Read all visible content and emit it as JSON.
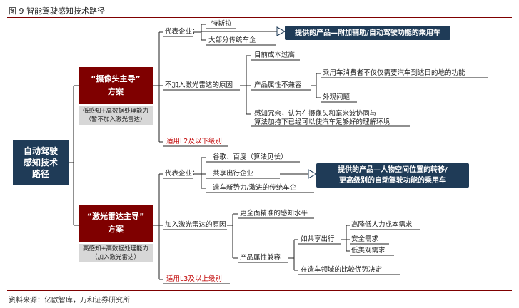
{
  "figure_title": "图 9   智能驾驶感知技术路径",
  "source": "资料来源：亿欧智库，万和证券研究所",
  "root": "自动驾驶\n感知技术\n路径",
  "camera": {
    "title": "“摄像头主导”\n方案",
    "note": "低感知+高数据处理能力\n（暂不加入激光雷达）",
    "rep_label": "代表企业：",
    "rep_items": [
      "特斯拉",
      "大部分传统车企"
    ],
    "callout": "提供的产品—附加辅助/自动驾驶功能的乘用车",
    "reason_label": "不加入激光雷达的原因",
    "reasons": {
      "cost": "目前成本过高",
      "incompat": "产品属性不兼容",
      "incompat_items": [
        "乘用车消费者不仅仅需要汽车到达目的地的功能",
        "外观问题"
      ],
      "redundant": [
        "感知冗余，认为在摄像头和毫米波协同与",
        "算法加持下已经可以使汽车足够好的理解环境"
      ]
    },
    "level": "适用L2及以下级别"
  },
  "lidar": {
    "title": "“激光雷达主导”\n方案",
    "note": "高感知+高数据处理能力\n（加入激光雷达）",
    "rep_label": "代表企业：",
    "rep_items": [
      "谷歌、百度（算法见长）",
      "共享出行企业",
      "造车新势力/激进的传统车企"
    ],
    "callout": "提供的产品—人物空间位置的转移/\n更高级别的自动驾驶功能的乘用车",
    "reason_label": "加入激光雷达的原因",
    "reasons": {
      "precise": "更全面精准的感知水平",
      "compat": "产品属性兼容",
      "shared": "如共享出行",
      "shared_items": [
        "高降低人力成本需求",
        "安全需求",
        "低美观需求"
      ],
      "advantage": "在造车领域的比较优势决定"
    },
    "level": "适用L3及以上级别"
  }
}
